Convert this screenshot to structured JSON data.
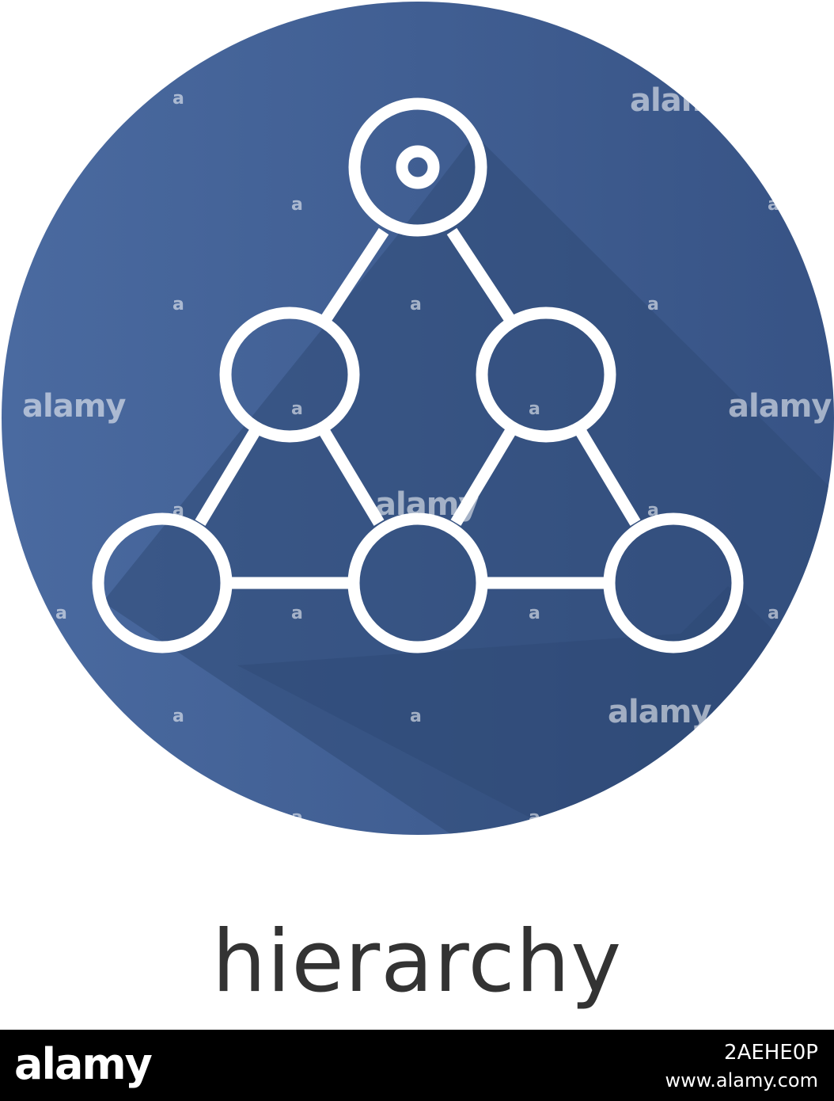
{
  "icon": {
    "name": "hierarchy-icon",
    "colors": {
      "circle_light": "#4a6aa0",
      "circle_dark": "#2f4a75",
      "shadow": "#2c4470",
      "stroke": "#ffffff"
    }
  },
  "caption": {
    "text": "hierarchy",
    "color": "#333333"
  },
  "watermark": {
    "text": "alamy",
    "letter": "a"
  },
  "footer": {
    "logo": "alamy",
    "image_id": "2AEHE0P",
    "url": "www.alamy.com"
  }
}
